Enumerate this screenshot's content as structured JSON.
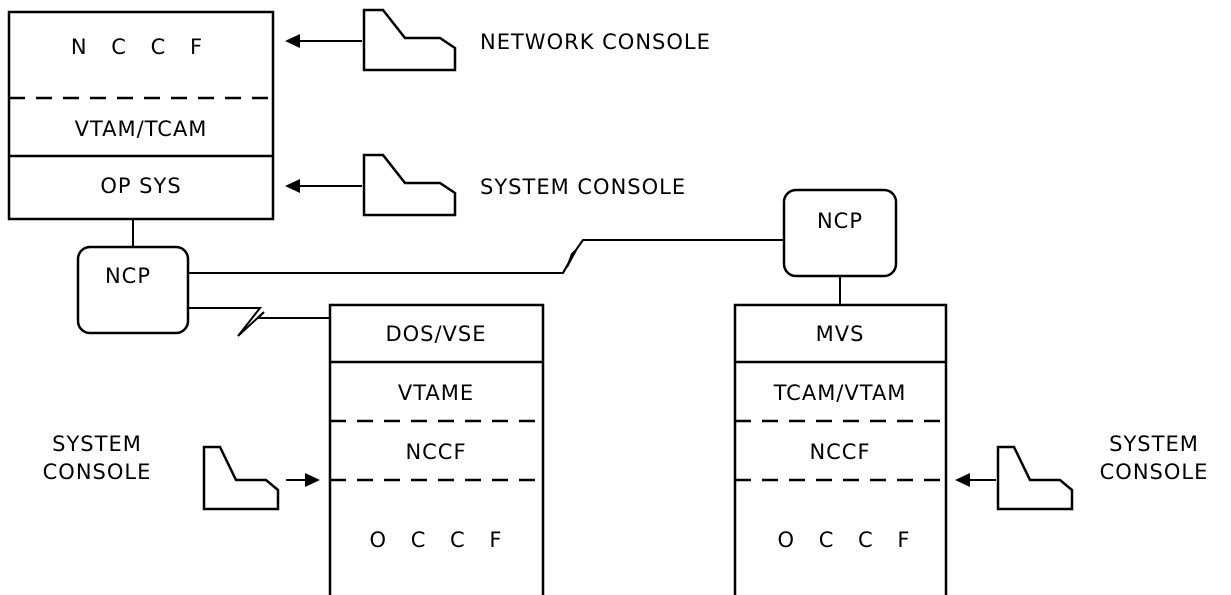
{
  "host_left": {
    "nccf": "N C C F",
    "access_method": "VTAM/TCAM",
    "op_sys": "OP SYS"
  },
  "ncp_left": "NCP",
  "ncp_right": "NCP",
  "host_dos": {
    "os": "DOS/VSE",
    "access_method": "VTAME",
    "nccf": "NCCF",
    "occf": "O C C F"
  },
  "host_mvs": {
    "os": "MVS",
    "access_method": "TCAM/VTAM",
    "nccf": "NCCF",
    "occf": "O C C F"
  },
  "consoles": {
    "network": "NETWORK CONSOLE",
    "system_top": "SYSTEM CONSOLE",
    "system_left_line1": "SYSTEM",
    "system_left_line2": "CONSOLE",
    "system_right_line1": "SYSTEM",
    "system_right_line2": "CONSOLE"
  }
}
